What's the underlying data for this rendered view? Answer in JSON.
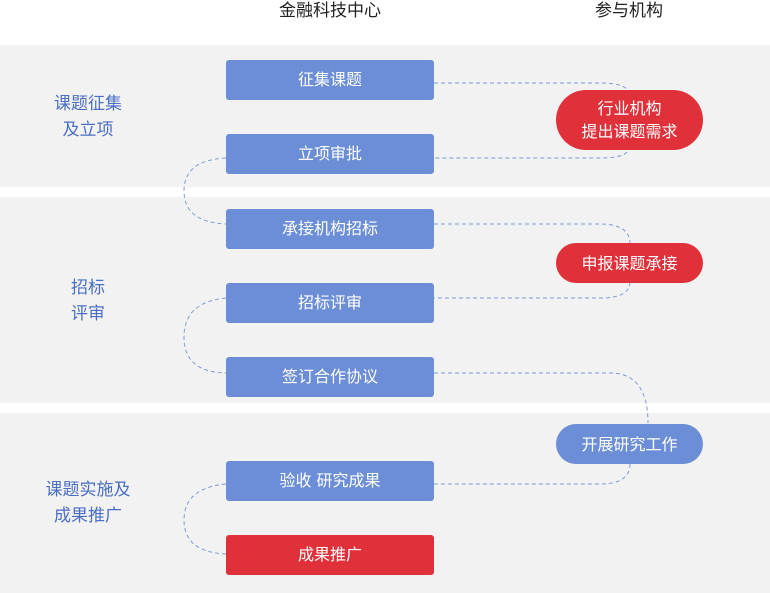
{
  "header": {
    "col_center": "金融科技中心",
    "col_participants": "参与机构"
  },
  "stages": [
    {
      "label": "课题征集\n及立项"
    },
    {
      "label": "招标\n评审"
    },
    {
      "label": "课题实施及\n成果推广"
    }
  ],
  "steps": [
    {
      "label": "征集课题"
    },
    {
      "label": "立项审批"
    },
    {
      "label": "承接机构招标"
    },
    {
      "label": "招标评审"
    },
    {
      "label": "签订合作协议"
    },
    {
      "label": "验收 研究成果"
    },
    {
      "label": "成果推广"
    }
  ],
  "participant_actions": [
    {
      "label": "行业机构\n提出课题需求"
    },
    {
      "label": "申报课题承接"
    },
    {
      "label": "开展研究工作"
    }
  ],
  "colors": {
    "step_blue": "#6b8ed6",
    "highlight_red": "#e0313a",
    "stage_text": "#4a6fc4",
    "band_bg": "#f2f2f2",
    "connector": "#7f9ad6"
  }
}
